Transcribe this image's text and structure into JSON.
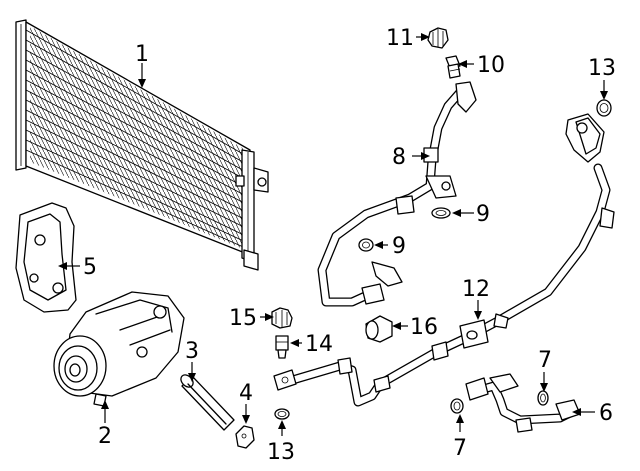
{
  "diagram": {
    "callouts": [
      {
        "id": "1",
        "label": "1"
      },
      {
        "id": "2",
        "label": "2"
      },
      {
        "id": "3",
        "label": "3"
      },
      {
        "id": "4",
        "label": "4"
      },
      {
        "id": "5",
        "label": "5"
      },
      {
        "id": "6",
        "label": "6"
      },
      {
        "id": "7a",
        "label": "7"
      },
      {
        "id": "7b",
        "label": "7"
      },
      {
        "id": "8",
        "label": "8"
      },
      {
        "id": "9a",
        "label": "9"
      },
      {
        "id": "9b",
        "label": "9"
      },
      {
        "id": "10",
        "label": "10"
      },
      {
        "id": "11",
        "label": "11"
      },
      {
        "id": "12",
        "label": "12"
      },
      {
        "id": "13a",
        "label": "13"
      },
      {
        "id": "13b",
        "label": "13"
      },
      {
        "id": "14",
        "label": "14"
      },
      {
        "id": "15",
        "label": "15"
      },
      {
        "id": "16",
        "label": "16"
      }
    ]
  }
}
